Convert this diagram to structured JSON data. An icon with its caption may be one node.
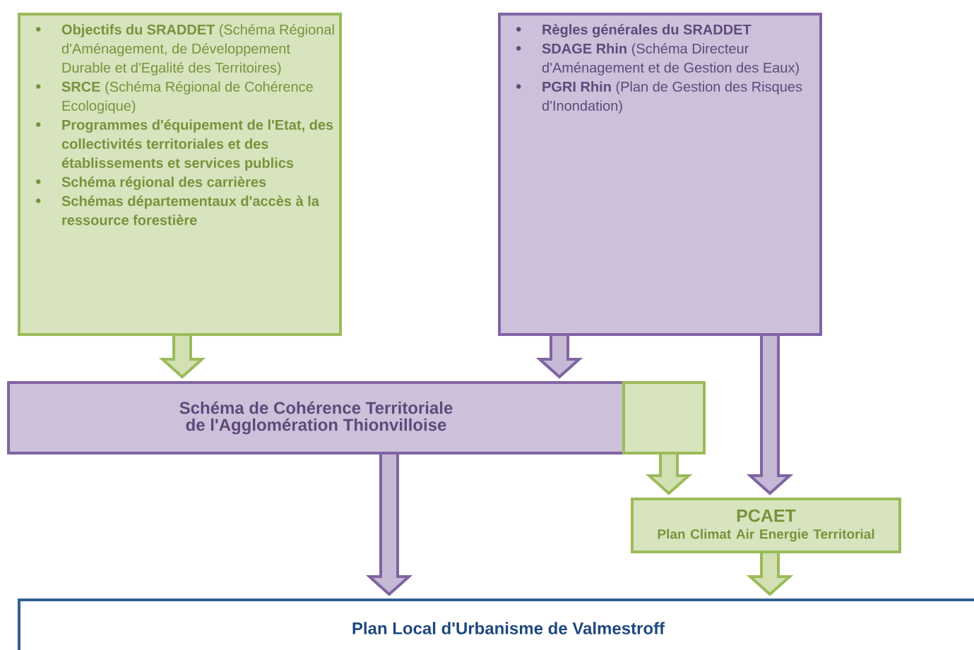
{
  "diagram": {
    "nodes": [
      {
        "text": [
          "**Objectifs du SRADDET** (Schéma Régional d'Aménagement, de Développement Durable et d'Egalité des Territoires)",
          "**SRCE** (Schéma Régional de Cohérence Ecologique)",
          "**Programmes d'équipement de l'Etat, des collectivités territoriales et des établissements et services publics**",
          "**Schéma régional des carrières**",
          "**Schémas départementaux d'accès à la ressource forestière**"
        ]
      },
      {
        "text": [
          "**Règles générales du SRADDET**",
          "**SDAGE Rhin** (Schéma Directeur d'Aménagement et de Gestion des Eaux)",
          "**PGRI Rhin** (Plan de Gestion des Risques d'Inondation)"
        ]
      },
      {
        "text": [
          "Schéma de Cohérence Territoriale de l'Agglomération Thionvilloise"
        ]
      },
      {
        "text": [],
        "shape": "box"
      },
      {
        "text": [
          "PCAET",
          "Plan Climat Air Energie Territorial"
        ]
      },
      {
        "text": [
          "Plan Local d'Urbanisme de Valmestroff"
        ]
      }
    ],
    "edges": [
      {
        "from": 0,
        "to": 2,
        "arrow": "to",
        "color": "#9bbb59"
      },
      {
        "from": 1,
        "to": 2,
        "arrow": "to",
        "color": "#8064a2"
      },
      {
        "from": 1,
        "to": 4,
        "arrow": "to",
        "color": "#8064a2"
      },
      {
        "from": 2,
        "to": 5,
        "arrow": "to",
        "color": "#8064a2"
      },
      {
        "from": 3,
        "to": 4,
        "arrow": "to",
        "color": "#9bbb59"
      },
      {
        "from": 4,
        "to": 5,
        "arrow": "to",
        "color": "#9bbb59"
      }
    ]
  }
}
